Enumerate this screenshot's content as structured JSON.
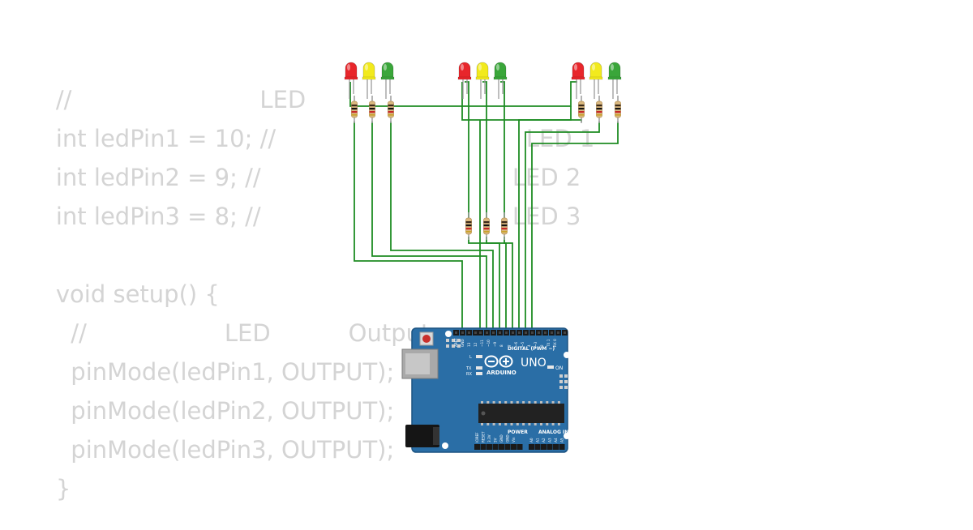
{
  "code": {
    "lines": [
      {
        "segments": [
          "//",
          "LED"
        ]
      },
      {
        "segments": [
          "int ledPin1 = 10; //",
          "LED 1"
        ]
      },
      {
        "segments": [
          "int ledPin2 = 9; //",
          "LED 2"
        ]
      },
      {
        "segments": [
          "int ledPin3 = 8; //",
          "LED 3"
        ]
      },
      {
        "segments": [
          "void setup() {"
        ]
      },
      {
        "segments": [
          "  //",
          "LED",
          "Output"
        ]
      },
      {
        "segments": [
          "  pinMode(ledPin1, OUTPUT);"
        ]
      },
      {
        "segments": [
          "  pinMode(ledPin2, OUTPUT);"
        ]
      },
      {
        "segments": [
          "  pinMode(ledPin3, OUTPUT);"
        ]
      },
      {
        "segments": [
          "}"
        ]
      }
    ]
  },
  "board": {
    "model": "UNO",
    "brand": "ARDUINO",
    "digital_label": "DIGITAL (PWM ~)",
    "power_label": "POWER",
    "analog_label": "ANALOG IN",
    "on_label": "ON",
    "l_label": "L",
    "tx_label": "TX",
    "rx_label": "RX",
    "digital_pins": [
      "AREF",
      "GND",
      "13",
      "12",
      "~11",
      "~10",
      "~9",
      "8",
      "7",
      "~6",
      "~5",
      "4",
      "~3",
      "2",
      "TX 1",
      "RX 0"
    ],
    "power_pins": [
      "IOREF",
      "RESET",
      "3.3V",
      "5V",
      "GND",
      "GND",
      "Vin"
    ],
    "analog_pins": [
      "A0",
      "A1",
      "A2",
      "A3",
      "A4",
      "A5"
    ]
  },
  "colors": {
    "led_red": "#e8262b",
    "led_yellow": "#f2ea1d",
    "led_green": "#3aa63a",
    "wire": "#1e8c23",
    "board": "#2a6ea6",
    "code_text": "#d4d4d4"
  },
  "leds": [
    {
      "group": 1,
      "color": "red"
    },
    {
      "group": 1,
      "color": "yellow"
    },
    {
      "group": 1,
      "color": "green"
    },
    {
      "group": 2,
      "color": "red"
    },
    {
      "group": 2,
      "color": "yellow"
    },
    {
      "group": 2,
      "color": "green"
    },
    {
      "group": 3,
      "color": "red"
    },
    {
      "group": 3,
      "color": "yellow"
    },
    {
      "group": 3,
      "color": "green"
    }
  ],
  "resistor_count": 9
}
